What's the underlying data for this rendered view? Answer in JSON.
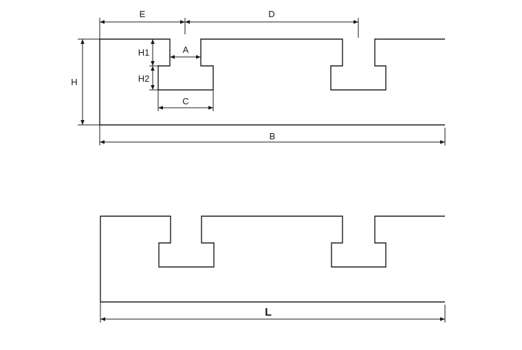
{
  "labels": {
    "E": "E",
    "D": "D",
    "H": "H",
    "H1": "H1",
    "H2": "H2",
    "A": "A",
    "C": "C",
    "B": "B",
    "L": "L"
  }
}
